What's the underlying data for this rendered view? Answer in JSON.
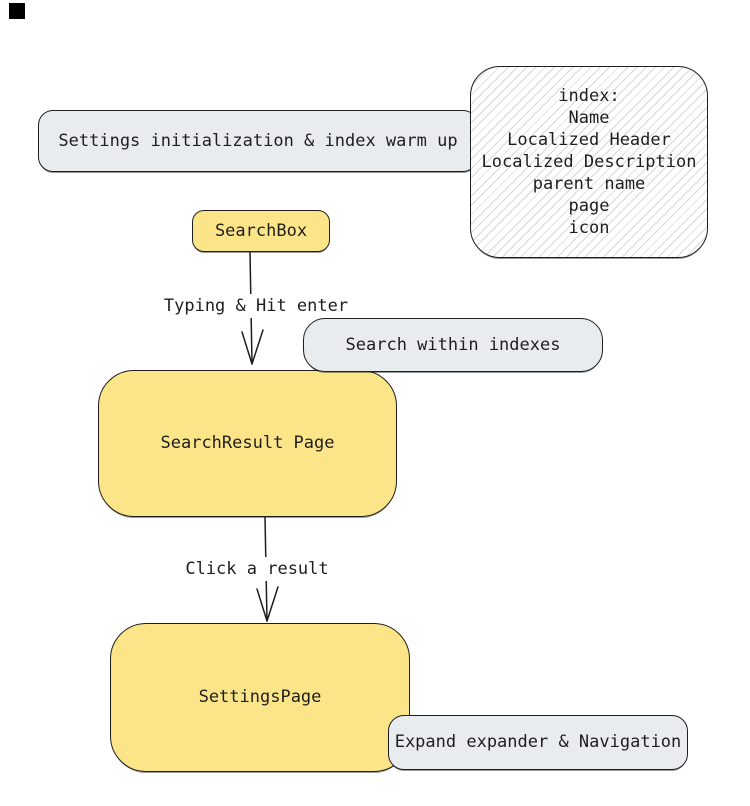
{
  "colors": {
    "node_yellow": "#fce588",
    "node_gray": "#e9ecef",
    "stroke": "#1e1e1e",
    "hatch_line": "rgba(110,110,110,0.28)",
    "corner_marker": "#000000"
  },
  "nodes": {
    "settings_init": {
      "label": "Settings initialization & index warm up"
    },
    "index_note": {
      "lines": [
        "index:",
        "Name",
        "Localized Header",
        "Localized Description",
        "parent name",
        "page",
        "icon"
      ]
    },
    "search_box": {
      "label": "SearchBox"
    },
    "search_within": {
      "label": "Search within indexes"
    },
    "search_result": {
      "label": "SearchResult Page"
    },
    "settings_page": {
      "label": "SettingsPage"
    },
    "expand_nav": {
      "label": "Expand expander & Navigation"
    }
  },
  "edges": {
    "typing_enter": {
      "label": "Typing & Hit enter"
    },
    "click_result": {
      "label": "Click a result"
    }
  }
}
